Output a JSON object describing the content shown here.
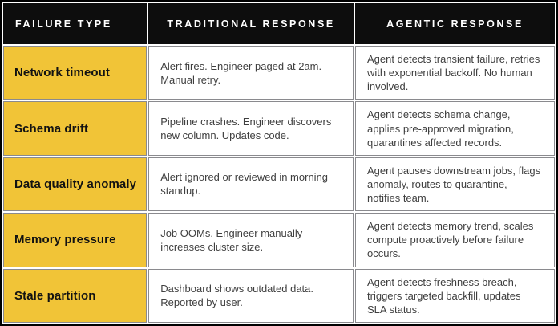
{
  "colors": {
    "accent_yellow": "#F1C437",
    "header_bg": "#0D0D0D",
    "header_text": "#FFFFFF",
    "cell_border_gray": "#8A8A8E",
    "outer_border": "#000000",
    "body_text": "#3F3F3F"
  },
  "chart_data": {
    "type": "table",
    "title": "",
    "columns": [
      "FAILURE TYPE",
      "TRADITIONAL RESPONSE",
      "AGENTIC RESPONSE"
    ],
    "rows": [
      {
        "failure_type": "Network timeout",
        "traditional_response": "Alert fires. Engineer paged at 2am. Manual retry.",
        "agentic_response": "Agent detects transient failure, retries with exponential backoff. No human involved."
      },
      {
        "failure_type": "Schema drift",
        "traditional_response": "Pipeline crashes. Engineer discovers new column. Updates code.",
        "agentic_response": "Agent detects schema change, applies pre-approved migration, quarantines affected records."
      },
      {
        "failure_type": "Data quality anomaly",
        "traditional_response": "Alert ignored or reviewed in morning standup.",
        "agentic_response": "Agent pauses downstream jobs, flags anomaly, routes to quarantine, notifies team."
      },
      {
        "failure_type": "Memory pressure",
        "traditional_response": "Job OOMs. Engineer manually increases cluster size.",
        "agentic_response": "Agent detects memory trend, scales compute proactively before failure occurs."
      },
      {
        "failure_type": "Stale partition",
        "traditional_response": "Dashboard shows outdated data. Reported by user.",
        "agentic_response": "Agent detects freshness breach, triggers targeted backfill, updates SLA status."
      }
    ]
  }
}
